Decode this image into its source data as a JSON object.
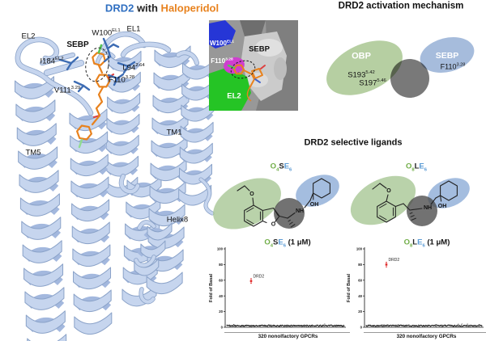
{
  "title": {
    "drd2": "DRD2",
    "with": " with ",
    "ligand": "Haloperidol"
  },
  "colors": {
    "title_blue": "#2f6fc1",
    "title_orange": "#e8821e",
    "ribbon": "#c6d5ee",
    "ribbon_edge": "#8aa2c8",
    "ribbon_back": "#a3b8de",
    "residue_stick": "#3d6cb3",
    "ligand_orange": "#e8821e",
    "chlorine_green": "#55c555",
    "fluorine_green": "#90dc90",
    "oxygen_red": "#dd4040",
    "nitrogen_blue": "#4466cc",
    "obp_green": "#b6cfa2",
    "sebp_blue": "#a6bcdc",
    "overlap_gray": "#6e6e6e",
    "lig_green": "#a8c795",
    "lig_gray": "#4a4a4a",
    "lig_blue": "#94b1d9",
    "name_green": "#70ad47",
    "name_blue": "#5b9bd5",
    "surface_blue": "#2636d6",
    "surface_green": "#25c425",
    "surface_magenta": "#cf3ecf",
    "point_red": "#e03030"
  },
  "structure_labels": {
    "el2": "EL2",
    "sebp": "SEBP",
    "w100": {
      "text": "W100",
      "sup": "EL1"
    },
    "el1": "EL1",
    "i184": {
      "text": "I184",
      "sup": "EL2"
    },
    "l94": {
      "text": "L94",
      "sup": "2.64"
    },
    "f110": {
      "text": "F110",
      "sup": "3.28"
    },
    "v111": {
      "text": "V111",
      "sup": "3.29"
    },
    "tm5": "TM5",
    "tm1": "TM1",
    "helix8": "Helix8"
  },
  "inset_labels": {
    "w100": {
      "text": "W100",
      "sup": "EL1"
    },
    "sebp": "SEBP",
    "f110": {
      "text": "F110",
      "sup": "3.28"
    },
    "el2": "EL2"
  },
  "activation": {
    "title": "DRD2 activation mechanism",
    "obp_label": "OBP",
    "sebp_label": "SEBP",
    "s193": {
      "text": "S193",
      "sup": "5.42"
    },
    "s197": {
      "text": "S197",
      "sup": "5.46"
    },
    "f110": {
      "text": "F110",
      "sup": "3.28"
    }
  },
  "ligands": {
    "title": "DRD2 selective ligands",
    "lig1_name": {
      "o": "O",
      "o_sub": "4",
      "core": "S",
      "e": "E",
      "e_sub": "6"
    },
    "lig2_name": {
      "o": "O",
      "o_sub": "8",
      "core": "L",
      "e": "E",
      "e_sub": "6"
    },
    "conc_suffix": " (1 μM)",
    "atom_labels": {
      "o": "O",
      "nh": "NH",
      "oh": "OH"
    }
  },
  "chart_data": [
    {
      "type": "scatter",
      "title": "O4SE6 (1 μM)",
      "ylabel": "Fold of Basal",
      "xlabel": "320 nonolfactory GPCRs",
      "ylim": [
        0,
        100
      ],
      "yticks": [
        0,
        20,
        40,
        60,
        80,
        100
      ],
      "highlight": {
        "label": "DRD2",
        "y": 59
      },
      "baseline": {
        "count": 320,
        "y_range": [
          0,
          3
        ]
      }
    },
    {
      "type": "scatter",
      "title": "O8LE6 (1 μM)",
      "ylabel": "Fold of Basal",
      "xlabel": "320 nonolfactory GPCRs",
      "ylim": [
        0,
        100
      ],
      "yticks": [
        0,
        20,
        40,
        60,
        80,
        100
      ],
      "highlight": {
        "label": "DRD2",
        "y": 80
      },
      "baseline": {
        "count": 320,
        "y_range": [
          0,
          3
        ]
      }
    }
  ]
}
